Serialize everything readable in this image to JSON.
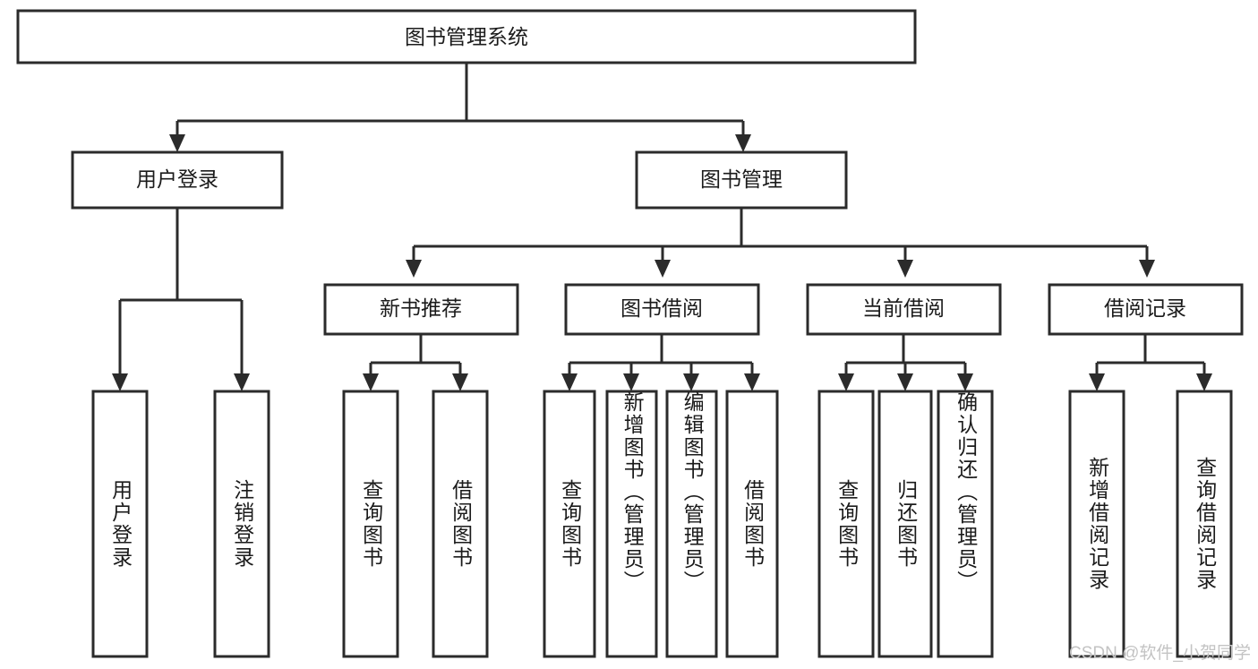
{
  "diagram": {
    "type": "tree-hierarchy",
    "title": "图书管理系统",
    "watermark": "CSDN @软件_小贺同学",
    "colors": {
      "stroke": "#2b2b2b",
      "fill": "#ffffff",
      "text": "#1b1b1b",
      "watermark": "#c3c3c3",
      "background": "#ffffff"
    },
    "levels": {
      "root": {
        "label": "图书管理系统"
      },
      "level2": [
        {
          "label": "用户登录"
        },
        {
          "label": "图书管理"
        }
      ],
      "level3": [
        {
          "label": "新书推荐"
        },
        {
          "label": "图书借阅"
        },
        {
          "label": "当前借阅"
        },
        {
          "label": "借阅记录"
        }
      ]
    },
    "nodes": {
      "root": "图书管理系统",
      "user_login": "用户登录",
      "book_manage": "图书管理",
      "new_book_rec": "新书推荐",
      "book_borrow": "图书借阅",
      "current_borrow": "当前借阅",
      "borrow_record": "借阅记录"
    },
    "leaves": {
      "user_login_children": [
        {
          "label": "用户登录"
        },
        {
          "label": "注销登录"
        }
      ],
      "new_book_rec_children": [
        {
          "label": "查询图书"
        },
        {
          "label": "借阅图书"
        }
      ],
      "book_borrow_children": [
        {
          "label": "查询图书"
        },
        {
          "label": "新增图书（管理员）"
        },
        {
          "label": "编辑图书（管理员）"
        },
        {
          "label": "借阅图书"
        }
      ],
      "current_borrow_children": [
        {
          "label": "查询图书"
        },
        {
          "label": "归还图书"
        },
        {
          "label": "确认归还（管理员）"
        }
      ],
      "borrow_record_children": [
        {
          "label": "新增借阅记录"
        },
        {
          "label": "查询借阅记录"
        }
      ]
    }
  }
}
